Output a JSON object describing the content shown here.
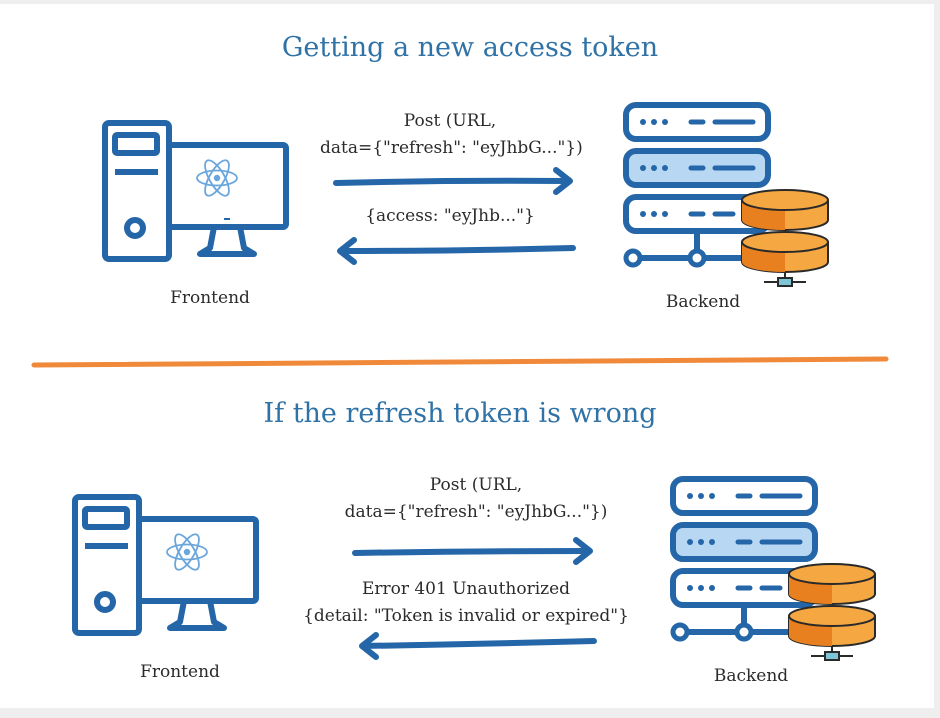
{
  "sections": [
    {
      "title": "Getting a new access token",
      "request_lines": [
        "Post (URL,",
        "data={\"refresh\": \"eyJhbG...\"})"
      ],
      "response_lines": [
        "{access: \"eyJhb...\"}"
      ],
      "frontend_label": "Frontend",
      "backend_label": "Backend"
    },
    {
      "title": "If the refresh token is wrong",
      "request_lines": [
        "Post (URL,",
        "data={\"refresh\": \"eyJhbG...\"})"
      ],
      "response_lines": [
        "Error 401 Unauthorized",
        "{detail: \"Token is invalid or expired\"}"
      ],
      "frontend_label": "Frontend",
      "backend_label": "Backend"
    }
  ],
  "colors": {
    "primary_blue": "#2466a8",
    "light_blue": "#b7d7f3",
    "divider_orange": "#f08a3a",
    "db_orange": "#f5a742",
    "db_orange_dark": "#e8801f",
    "react_blue": "#6aa6dc"
  },
  "icons": [
    "desktop-computer-icon",
    "react-logo-icon",
    "server-rack-icon",
    "database-icon"
  ]
}
